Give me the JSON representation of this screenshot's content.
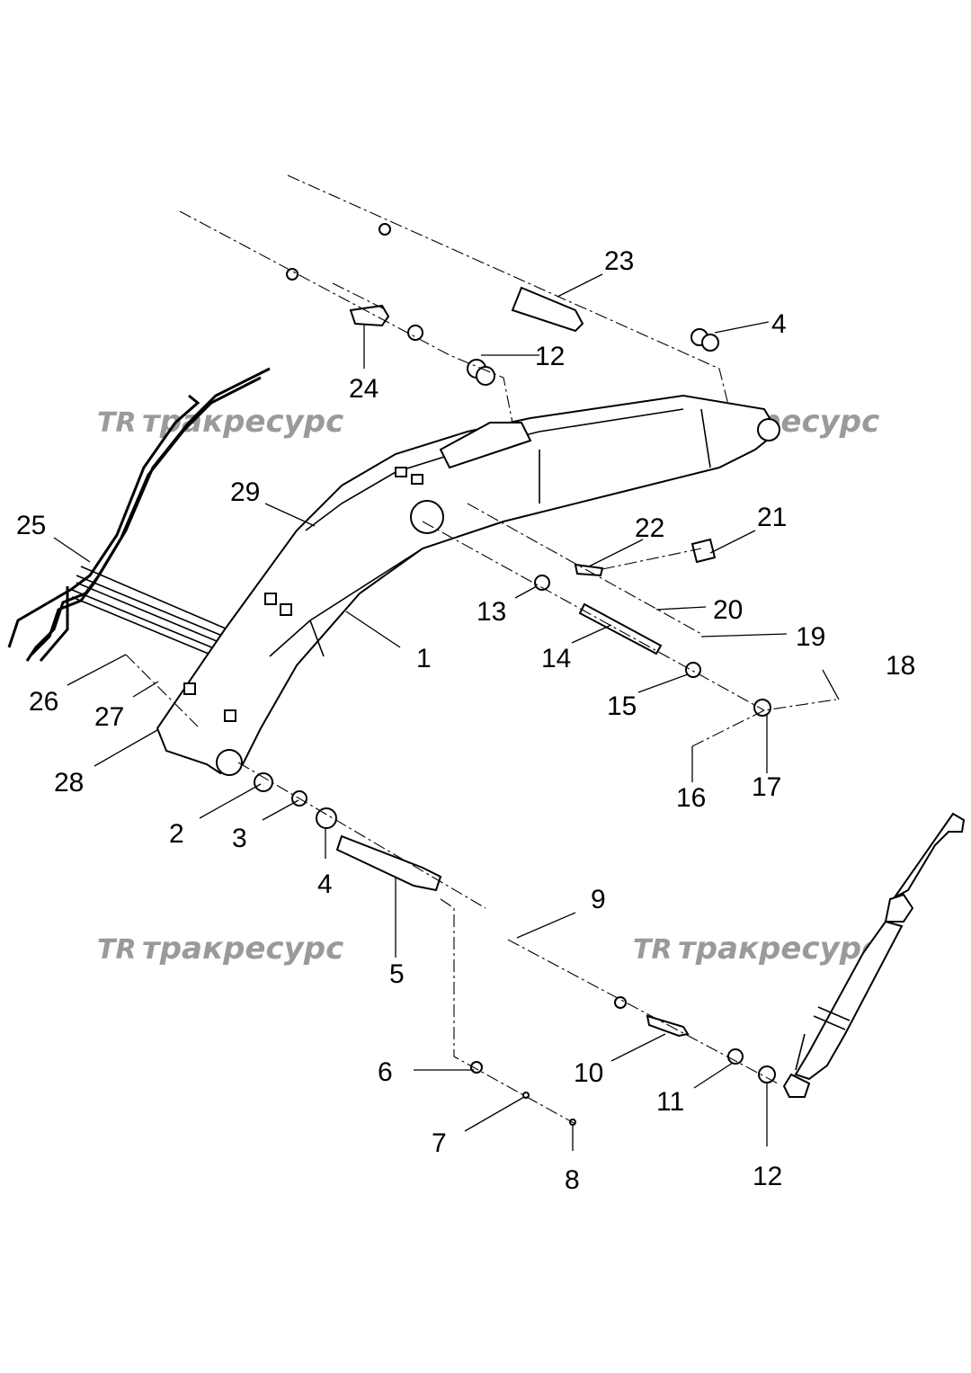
{
  "watermark": {
    "mark": "TR",
    "text": "тракресурс"
  },
  "parts": {
    "p1": "1",
    "p2": "2",
    "p3": "3",
    "p4a": "4",
    "p4b": "4",
    "p5": "5",
    "p6": "6",
    "p7": "7",
    "p8": "8",
    "p9": "9",
    "p10": "10",
    "p11": "11",
    "p12a": "12",
    "p12b": "12",
    "p13": "13",
    "p14": "14",
    "p15": "15",
    "p16": "16",
    "p17": "17",
    "p18": "18",
    "p19": "19",
    "p20": "20",
    "p21": "21",
    "p22": "22",
    "p23": "23",
    "p24": "24",
    "p25": "25",
    "p26": "26",
    "p27": "27",
    "p28": "28",
    "p29": "29"
  }
}
